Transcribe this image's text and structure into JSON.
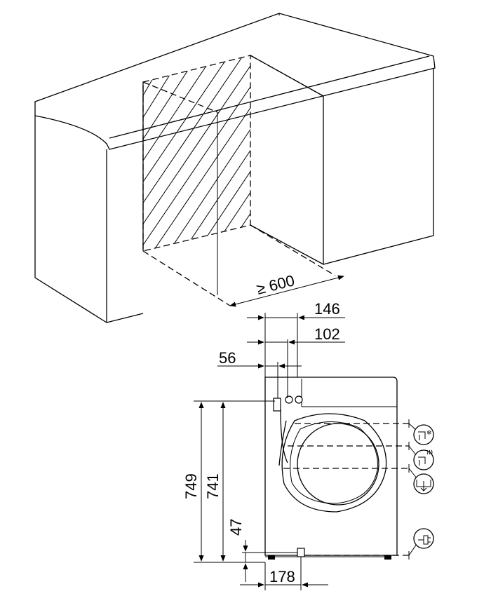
{
  "niche_dimension": {
    "label": "≥ 600"
  },
  "top_offsets": [
    {
      "id": "dim-146",
      "label": "146"
    },
    {
      "id": "dim-102",
      "label": "102"
    },
    {
      "id": "dim-56",
      "label": "56"
    }
  ],
  "heights": [
    {
      "id": "dim-749",
      "label": "749"
    },
    {
      "id": "dim-741",
      "label": "741"
    },
    {
      "id": "dim-47",
      "label": "47"
    }
  ],
  "bottom_offset": {
    "label": "178"
  },
  "connection_icons": [
    {
      "id": "cold-water-inlet",
      "icon": "cold-water-tap-icon"
    },
    {
      "id": "hot-water-inlet",
      "icon": "hot-water-tap-icon"
    },
    {
      "id": "drain-outlet",
      "icon": "drain-icon"
    },
    {
      "id": "electrical-connection",
      "icon": "power-plug-icon"
    }
  ]
}
